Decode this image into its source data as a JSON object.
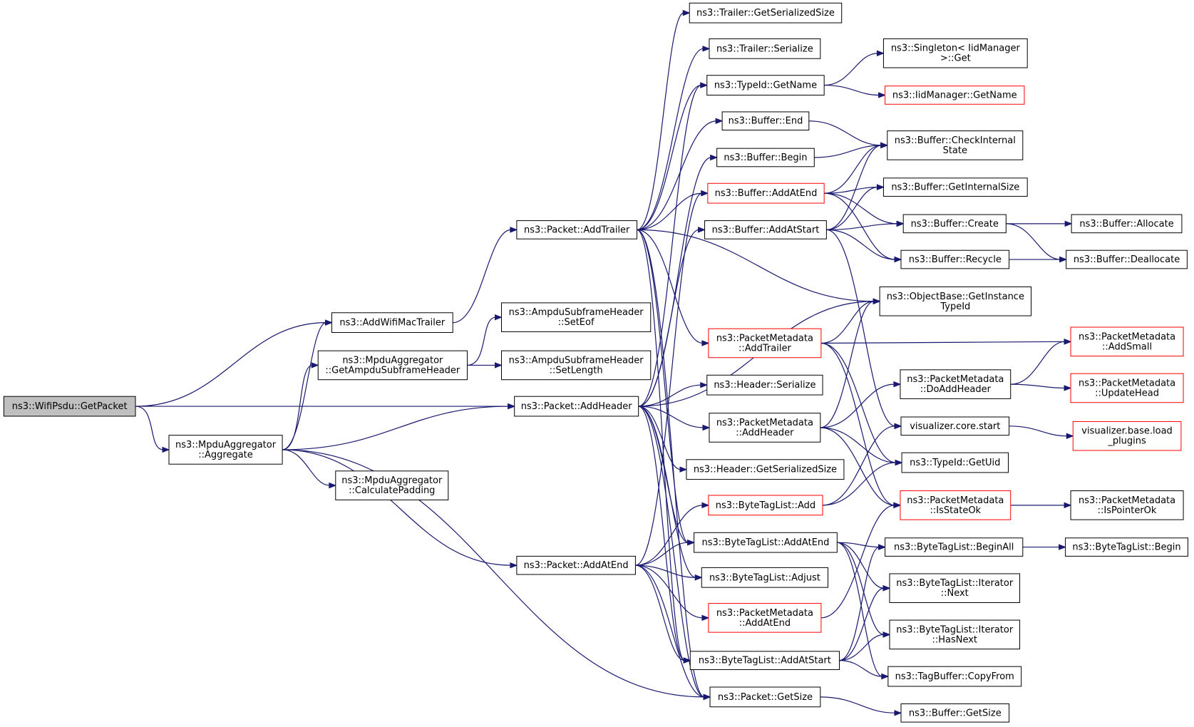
{
  "nodes": [
    {
      "id": "n0",
      "lines": [
        "ns3::WifiPsdu::GetPacket"
      ],
      "style": "root"
    },
    {
      "id": "n1",
      "lines": [
        "ns3::AddWifiMacTrailer"
      ],
      "style": "normal"
    },
    {
      "id": "n2",
      "lines": [
        "ns3::MpduAggregator",
        "::GetAmpduSubframeHeader"
      ],
      "style": "normal"
    },
    {
      "id": "n3",
      "lines": [
        "ns3::MpduAggregator",
        "::Aggregate"
      ],
      "style": "normal"
    },
    {
      "id": "n4",
      "lines": [
        "ns3::MpduAggregator",
        "::CalculatePadding"
      ],
      "style": "normal"
    },
    {
      "id": "n5",
      "lines": [
        "ns3::Packet::AddTrailer"
      ],
      "style": "normal"
    },
    {
      "id": "n6",
      "lines": [
        "ns3::AmpduSubframeHeader",
        "::SetEof"
      ],
      "style": "normal"
    },
    {
      "id": "n7",
      "lines": [
        "ns3::AmpduSubframeHeader",
        "::SetLength"
      ],
      "style": "normal"
    },
    {
      "id": "n8",
      "lines": [
        "ns3::Packet::AddHeader"
      ],
      "style": "normal"
    },
    {
      "id": "n9",
      "lines": [
        "ns3::Packet::AddAtEnd"
      ],
      "style": "normal"
    },
    {
      "id": "n10",
      "lines": [
        "ns3::Trailer::GetSerializedSize"
      ],
      "style": "normal"
    },
    {
      "id": "n11",
      "lines": [
        "ns3::Trailer::Serialize"
      ],
      "style": "normal"
    },
    {
      "id": "n12",
      "lines": [
        "ns3::TypeId::GetName"
      ],
      "style": "normal"
    },
    {
      "id": "n13",
      "lines": [
        "ns3::Buffer::End"
      ],
      "style": "normal"
    },
    {
      "id": "n14",
      "lines": [
        "ns3::Buffer::Begin"
      ],
      "style": "normal"
    },
    {
      "id": "n15",
      "lines": [
        "ns3::Buffer::AddAtEnd"
      ],
      "style": "red"
    },
    {
      "id": "n16",
      "lines": [
        "ns3::Buffer::AddAtStart"
      ],
      "style": "normal"
    },
    {
      "id": "n17",
      "lines": [
        "ns3::PacketMetadata",
        "::AddTrailer"
      ],
      "style": "red"
    },
    {
      "id": "n18",
      "lines": [
        "ns3::Header::Serialize"
      ],
      "style": "normal"
    },
    {
      "id": "n19",
      "lines": [
        "ns3::PacketMetadata",
        "::AddHeader"
      ],
      "style": "normal"
    },
    {
      "id": "n20",
      "lines": [
        "ns3::Header::GetSerializedSize"
      ],
      "style": "normal"
    },
    {
      "id": "n21",
      "lines": [
        "ns3::ByteTagList::Add"
      ],
      "style": "red"
    },
    {
      "id": "n22",
      "lines": [
        "ns3::ByteTagList::AddAtEnd"
      ],
      "style": "normal"
    },
    {
      "id": "n23",
      "lines": [
        "ns3::ByteTagList::Adjust"
      ],
      "style": "normal"
    },
    {
      "id": "n24",
      "lines": [
        "ns3::PacketMetadata",
        "::AddAtEnd"
      ],
      "style": "red"
    },
    {
      "id": "n25",
      "lines": [
        "ns3::ByteTagList::AddAtStart"
      ],
      "style": "normal"
    },
    {
      "id": "n26",
      "lines": [
        "ns3::Packet::GetSize"
      ],
      "style": "normal"
    },
    {
      "id": "n27",
      "lines": [
        "ns3::Singleton< IidManager",
        " >::Get"
      ],
      "style": "normal"
    },
    {
      "id": "n28",
      "lines": [
        "ns3::IidManager::GetName"
      ],
      "style": "red"
    },
    {
      "id": "n29",
      "lines": [
        "ns3::Buffer::CheckInternal",
        "State"
      ],
      "style": "normal"
    },
    {
      "id": "n30",
      "lines": [
        "ns3::Buffer::GetInternalSize"
      ],
      "style": "normal"
    },
    {
      "id": "n31",
      "lines": [
        "ns3::Buffer::Create"
      ],
      "style": "normal"
    },
    {
      "id": "n32",
      "lines": [
        "ns3::Buffer::Recycle"
      ],
      "style": "normal"
    },
    {
      "id": "n33",
      "lines": [
        "ns3::ObjectBase::GetInstance",
        "TypeId"
      ],
      "style": "normal"
    },
    {
      "id": "n34",
      "lines": [
        "ns3::PacketMetadata",
        "::DoAddHeader"
      ],
      "style": "normal"
    },
    {
      "id": "n35",
      "lines": [
        "visualizer.core.start"
      ],
      "style": "normal"
    },
    {
      "id": "n36",
      "lines": [
        "ns3::TypeId::GetUid"
      ],
      "style": "normal"
    },
    {
      "id": "n37",
      "lines": [
        "ns3::PacketMetadata",
        "::IsStateOk"
      ],
      "style": "red"
    },
    {
      "id": "n38",
      "lines": [
        "ns3::ByteTagList::BeginAll"
      ],
      "style": "normal"
    },
    {
      "id": "n39",
      "lines": [
        "ns3::ByteTagList::Iterator",
        "::Next"
      ],
      "style": "normal"
    },
    {
      "id": "n40",
      "lines": [
        "ns3::ByteTagList::Iterator",
        "::HasNext"
      ],
      "style": "normal"
    },
    {
      "id": "n41",
      "lines": [
        "ns3::TagBuffer::CopyFrom"
      ],
      "style": "normal"
    },
    {
      "id": "n42",
      "lines": [
        "ns3::Buffer::GetSize"
      ],
      "style": "normal"
    },
    {
      "id": "n43",
      "lines": [
        "ns3::Buffer::Allocate"
      ],
      "style": "normal"
    },
    {
      "id": "n44",
      "lines": [
        "ns3::Buffer::Deallocate"
      ],
      "style": "normal"
    },
    {
      "id": "n45",
      "lines": [
        "ns3::PacketMetadata",
        "::AddSmall"
      ],
      "style": "red"
    },
    {
      "id": "n46",
      "lines": [
        "ns3::PacketMetadata",
        "::UpdateHead"
      ],
      "style": "red"
    },
    {
      "id": "n47",
      "lines": [
        "visualizer.base.load",
        "_plugins"
      ],
      "style": "red"
    },
    {
      "id": "n48",
      "lines": [
        "ns3::PacketMetadata",
        "::IsPointerOk"
      ],
      "style": "normal"
    },
    {
      "id": "n49",
      "lines": [
        "ns3::ByteTagList::Begin"
      ],
      "style": "normal"
    }
  ],
  "edges": [
    [
      "n0",
      "n1"
    ],
    [
      "n0",
      "n8"
    ],
    [
      "n0",
      "n3"
    ],
    [
      "n1",
      "n5"
    ],
    [
      "n2",
      "n6"
    ],
    [
      "n2",
      "n7"
    ],
    [
      "n3",
      "n1"
    ],
    [
      "n3",
      "n2"
    ],
    [
      "n3",
      "n8"
    ],
    [
      "n3",
      "n4"
    ],
    [
      "n3",
      "n9"
    ],
    [
      "n3",
      "n26"
    ],
    [
      "n5",
      "n10"
    ],
    [
      "n5",
      "n11"
    ],
    [
      "n5",
      "n12"
    ],
    [
      "n5",
      "n13"
    ],
    [
      "n5",
      "n15"
    ],
    [
      "n5",
      "n17"
    ],
    [
      "n5",
      "n33"
    ],
    [
      "n5",
      "n22"
    ],
    [
      "n5",
      "n25"
    ],
    [
      "n5",
      "n26"
    ],
    [
      "n8",
      "n12"
    ],
    [
      "n8",
      "n14"
    ],
    [
      "n8",
      "n16"
    ],
    [
      "n8",
      "n18"
    ],
    [
      "n8",
      "n19"
    ],
    [
      "n8",
      "n20"
    ],
    [
      "n8",
      "n33"
    ],
    [
      "n8",
      "n22"
    ],
    [
      "n8",
      "n23"
    ],
    [
      "n8",
      "n25"
    ],
    [
      "n8",
      "n26"
    ],
    [
      "n9",
      "n15"
    ],
    [
      "n9",
      "n21"
    ],
    [
      "n9",
      "n22"
    ],
    [
      "n9",
      "n23"
    ],
    [
      "n9",
      "n24"
    ],
    [
      "n9",
      "n25"
    ],
    [
      "n9",
      "n26"
    ],
    [
      "n12",
      "n27"
    ],
    [
      "n12",
      "n28"
    ],
    [
      "n13",
      "n29"
    ],
    [
      "n14",
      "n29"
    ],
    [
      "n15",
      "n29"
    ],
    [
      "n15",
      "n30"
    ],
    [
      "n15",
      "n31"
    ],
    [
      "n15",
      "n32"
    ],
    [
      "n16",
      "n29"
    ],
    [
      "n16",
      "n30"
    ],
    [
      "n16",
      "n31"
    ],
    [
      "n16",
      "n32"
    ],
    [
      "n16",
      "n35"
    ],
    [
      "n17",
      "n33"
    ],
    [
      "n17",
      "n45"
    ],
    [
      "n17",
      "n36"
    ],
    [
      "n17",
      "n37"
    ],
    [
      "n19",
      "n33"
    ],
    [
      "n19",
      "n34"
    ],
    [
      "n19",
      "n36"
    ],
    [
      "n19",
      "n37"
    ],
    [
      "n21",
      "n35"
    ],
    [
      "n21",
      "n36"
    ],
    [
      "n22",
      "n38"
    ],
    [
      "n22",
      "n39"
    ],
    [
      "n22",
      "n40"
    ],
    [
      "n22",
      "n41"
    ],
    [
      "n24",
      "n37"
    ],
    [
      "n25",
      "n38"
    ],
    [
      "n25",
      "n39"
    ],
    [
      "n25",
      "n40"
    ],
    [
      "n25",
      "n41"
    ],
    [
      "n26",
      "n42"
    ],
    [
      "n31",
      "n43"
    ],
    [
      "n31",
      "n44"
    ],
    [
      "n32",
      "n44"
    ],
    [
      "n34",
      "n45"
    ],
    [
      "n34",
      "n46"
    ],
    [
      "n35",
      "n47"
    ],
    [
      "n37",
      "n48"
    ],
    [
      "n38",
      "n49"
    ]
  ]
}
